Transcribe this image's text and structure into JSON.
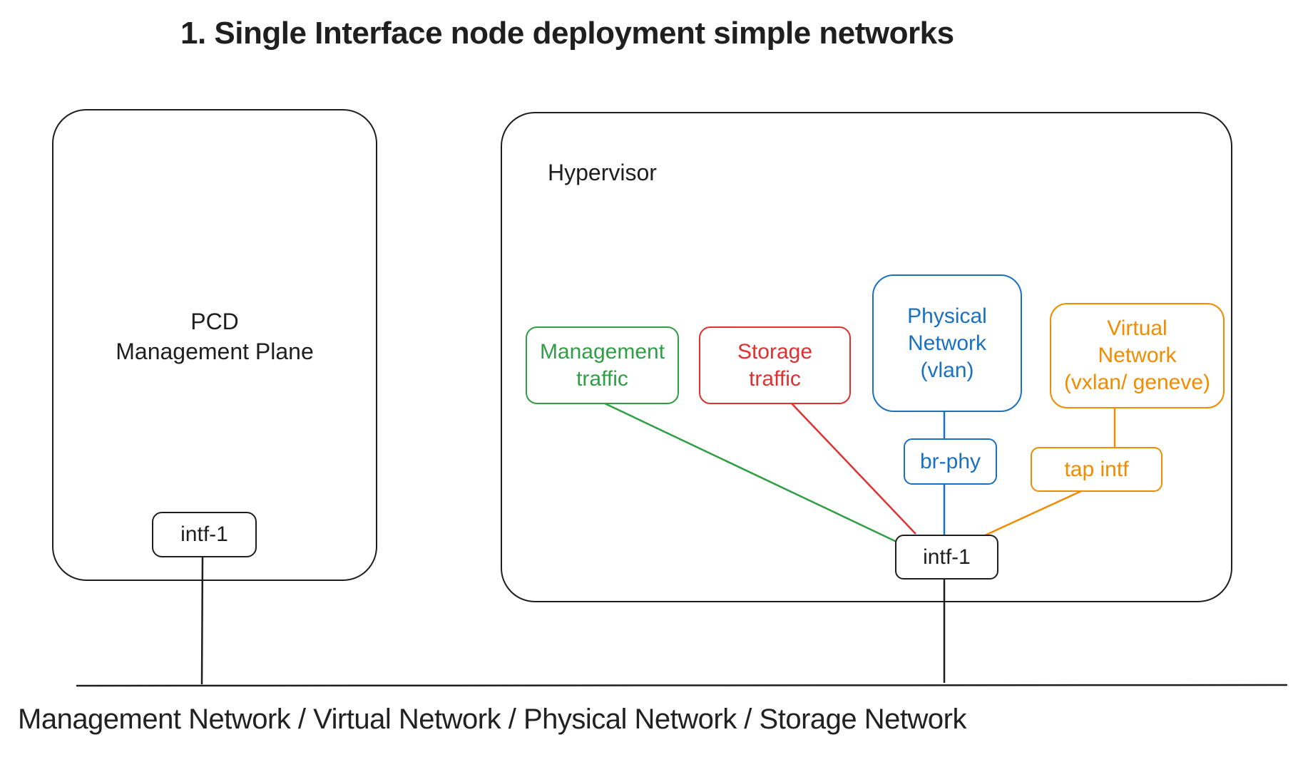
{
  "title": "1. Single Interface node deployment simple networks",
  "colors": {
    "black": "#1e1e1e",
    "green": "#2f9e44",
    "red": "#e03131",
    "blue": "#1971c2",
    "orange": "#f08c00"
  },
  "pcd": {
    "label": "PCD\nManagement Plane",
    "port": "intf-1"
  },
  "hypervisor": {
    "label": "Hypervisor",
    "nodes": {
      "management_traffic": {
        "label": "Management\ntraffic",
        "color": "#2f9e44"
      },
      "storage_traffic": {
        "label": "Storage\ntraffic",
        "color": "#e03131"
      },
      "physical_network": {
        "label": "Physical\nNetwork\n(vlan)",
        "color": "#1971c2"
      },
      "virtual_network": {
        "label": "Virtual\nNetwork\n(vxlan/ geneve)",
        "color": "#f08c00"
      },
      "br_phy": {
        "label": "br-phy",
        "color": "#1971c2"
      },
      "tap_intf": {
        "label": "tap intf",
        "color": "#f08c00"
      },
      "intf_1": {
        "label": "intf-1",
        "color": "#1e1e1e"
      }
    }
  },
  "bus": {
    "label": "Management Network / Virtual Network / Physical Network / Storage Network"
  }
}
